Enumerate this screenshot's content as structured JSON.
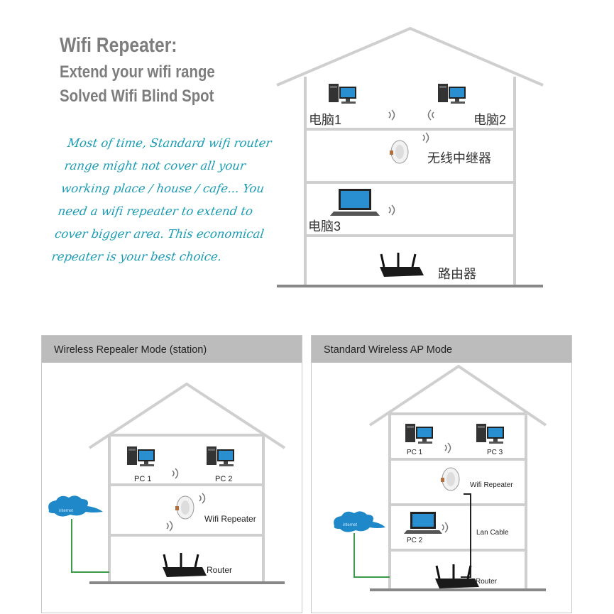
{
  "heading": {
    "title": "Wifi Repeater:",
    "line1": "Extend your wifi range",
    "line2": "Solved Wifi Blind Spot"
  },
  "description": "Most of time, Standard wifi router range might not cover all your working place / house / cafe... You need a wifi repeater to extend to cover bigger area. This economical repeater is your best choice.",
  "top_diagram": {
    "pc1": "电脑1",
    "pc2": "电脑2",
    "repeater": "无线中继器",
    "pc3": "电脑3",
    "router": "路由器"
  },
  "left_panel": {
    "title": "Wireless Repealer Mode (station)",
    "cloud": "internet",
    "pc1": "PC 1",
    "pc2": "PC 2",
    "repeater": "Wifi Repeater",
    "router": "Router"
  },
  "right_panel": {
    "title": "Standard Wireless AP Mode",
    "cloud": "internet",
    "pc1": "PC 1",
    "pc3": "PC 3",
    "repeater": "Wifi Repeater",
    "pc2": "PC 2",
    "lan": "Lan Cable",
    "router": "Router"
  },
  "colors": {
    "cloud": "#1e88c8",
    "cable": "#3a9a4a",
    "desc": "#1a9bb4",
    "title": "#7d7d7d"
  }
}
